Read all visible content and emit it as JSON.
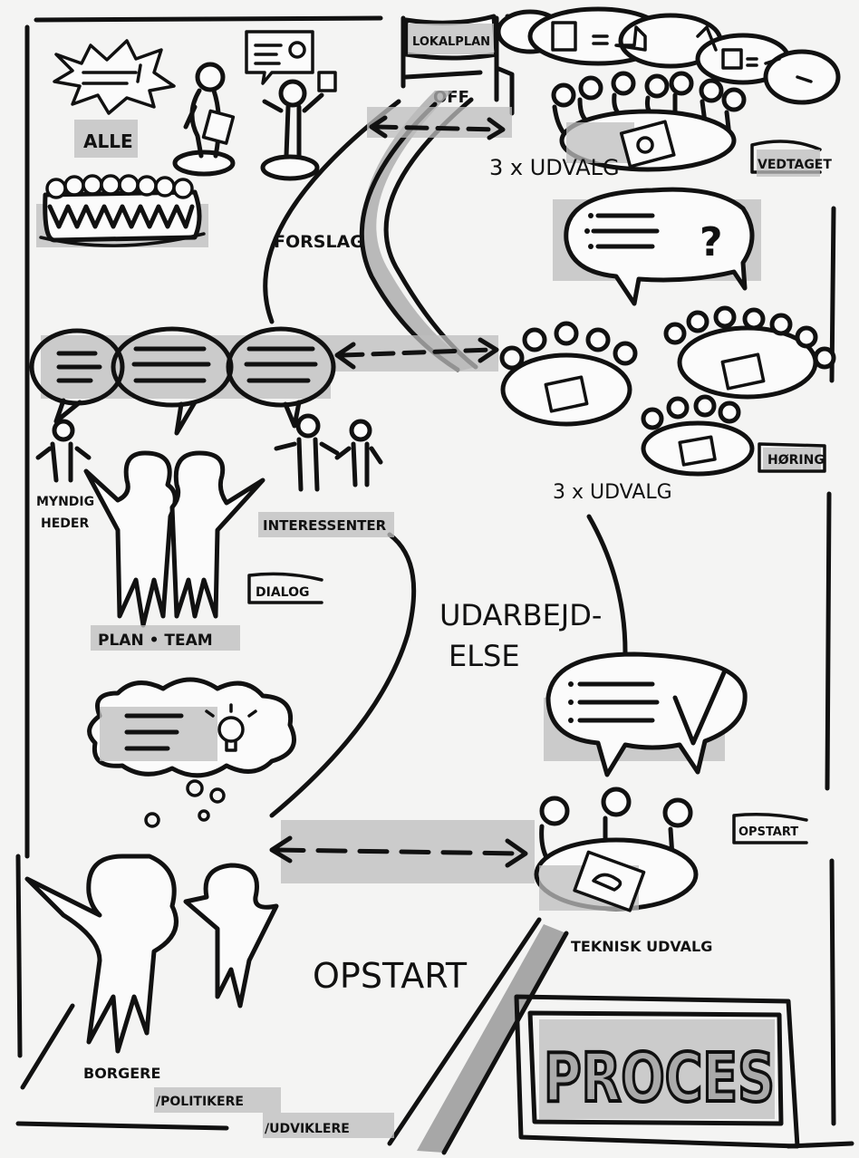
{
  "title": "PROCES",
  "labels": {
    "alle": "ALLE",
    "lokalplan": "LOKALPLAN",
    "off": "OFF.",
    "udvalg_top": "3 x UDVALG",
    "vedtaget": "VEDTAGET",
    "forslag": "FORSLAG",
    "myndigheder_1": "MYNDIG",
    "myndigheder_2": "HEDER",
    "plan_team": "PLAN • TEAM",
    "interessenter": "INTERESSENTER",
    "dialog": "DIALOG",
    "udvalg_mid": "3 x UDVALG",
    "horing": "HØRING",
    "udarbejdelse_1": "UDARBEJD-",
    "udarbejdelse_2": "ELSE",
    "opstart_tag": "OPSTART",
    "teknisk_udvalg": "TEKNISK UDVALG",
    "opstart_phase": "OPSTART",
    "borgere": "BORGERE",
    "politikere": "/POLITIKERE",
    "udviklere": "/UDVIKLERE"
  }
}
